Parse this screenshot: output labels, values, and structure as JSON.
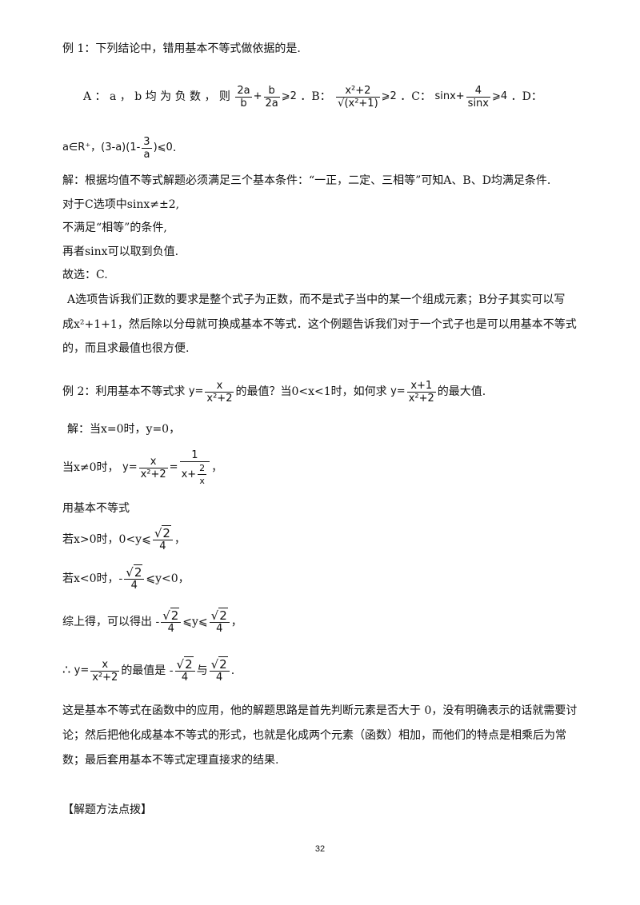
{
  "ex1": {
    "title": "例 1：下列结论中，错用基本不等式做依据的是.",
    "optA_pre": "A ： a ， b 均 为 负 数 ， 则",
    "optA_expr": "2a/b + b/2a ⩾ 2",
    "optA_num1": "2a",
    "optA_den1": "b",
    "optA_num2": "b",
    "optA_den2": "2a",
    "optA_rel": "⩾2",
    "optB_label": "．B：",
    "optB_num": "x²+2",
    "optB_den": "√(x²+1)",
    "optB_rel": "⩾2",
    "optC_label": "．C：",
    "optC_pre": "sinx+",
    "optC_num": "4",
    "optC_den": "sinx",
    "optC_rel": "⩾4",
    "optD_label": "．D：",
    "optD_pre": "a∈R⁺，(3-a)(1-",
    "optD_num": "3",
    "optD_den": "a",
    "optD_post": ")⩽0",
    "sol_line1": "解：根据均值不等式解题必须满足三个基本条件：“一正，二定、三相等”可知A、B、D均满足条件.",
    "sol_line2": "对于C选项中sinx≠±2,",
    "sol_line3": "不满足“相等”的条件,",
    "sol_line4": "再者sinx可以取到负值.",
    "sol_line5": "故选：C.",
    "note_line1": "A选项告诉我们正数的要求是整个式子为正数，而不是式子当中的某一个组成元素；B分子其实可以写",
    "note_line2": "成x²+1+1，然后除以分母就可换成基本不等式．这个例题告诉我们对于一个式子也是可以用基本不等式",
    "note_line3": "的，而且求最值也很方便."
  },
  "ex2": {
    "q_pre": "例 2：利用基本不等式求",
    "q_f1_num": "x",
    "q_f1_den": "x²+2",
    "q_mid": "的最值？当0<x<1时，如何求",
    "q_f2_num": "x+1",
    "q_f2_den": "x²+2",
    "q_post": "的最大值.",
    "s1": "解：当x=0时，y=0，",
    "s2_pre": "当x≠0时，",
    "s2_inner_num": "2",
    "s2_inner_den": "x",
    "s2_outer_num": "1",
    "s3": "用基本不等式",
    "s4_pre": "若x>0时，0<y⩽",
    "s4_post": "，",
    "s5_pre": "若x<0时，-",
    "s5_post": "⩽y<0，",
    "s6_pre": "综上得，可以得出 -",
    "s6_mid": "⩽y⩽",
    "s6_post": "，",
    "s7_pre": "∴",
    "s7_mid": "的最值是 -",
    "s7_and": "与",
    "s7_post": ".",
    "sqrt_val": "2",
    "den4": "4",
    "concl1": "这是基本不等式在函数中的应用，他的解题思路是首先判断元素是否大于 0，没有明确表示的话就需要讨",
    "concl2": "论；然后把他化成基本不等式的形式，也就是化成两个元素（函数）相加，而他们的特点是相乘后为常",
    "concl3": "数；最后套用基本不等式定理直接求的结果."
  },
  "heading": "【解题方法点拨】",
  "page_number": "32"
}
